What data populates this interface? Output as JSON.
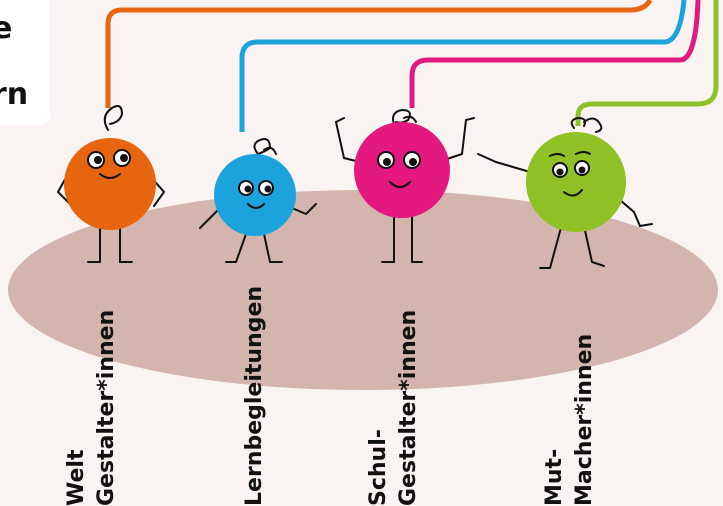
{
  "title": {
    "line1": "e",
    "line2": "rn"
  },
  "figures": [
    {
      "label_lines": [
        "Welt",
        "Gestalter*innen"
      ],
      "color": "#e8650f",
      "icon": "orange-character-icon"
    },
    {
      "label_lines": [
        "Lernbegleitungen"
      ],
      "color": "#1ca3dd",
      "icon": "blue-character-icon"
    },
    {
      "label_lines": [
        "Schul-",
        "Gestalter*innen"
      ],
      "color": "#e3197f",
      "icon": "pink-character-icon"
    },
    {
      "label_lines": [
        "Mut-",
        "Macher*innen"
      ],
      "color": "#8fc025",
      "icon": "green-character-icon"
    }
  ],
  "colors": {
    "ground": "#d3b5ad",
    "background": "#f9f3f2",
    "stroke": "#111111"
  }
}
